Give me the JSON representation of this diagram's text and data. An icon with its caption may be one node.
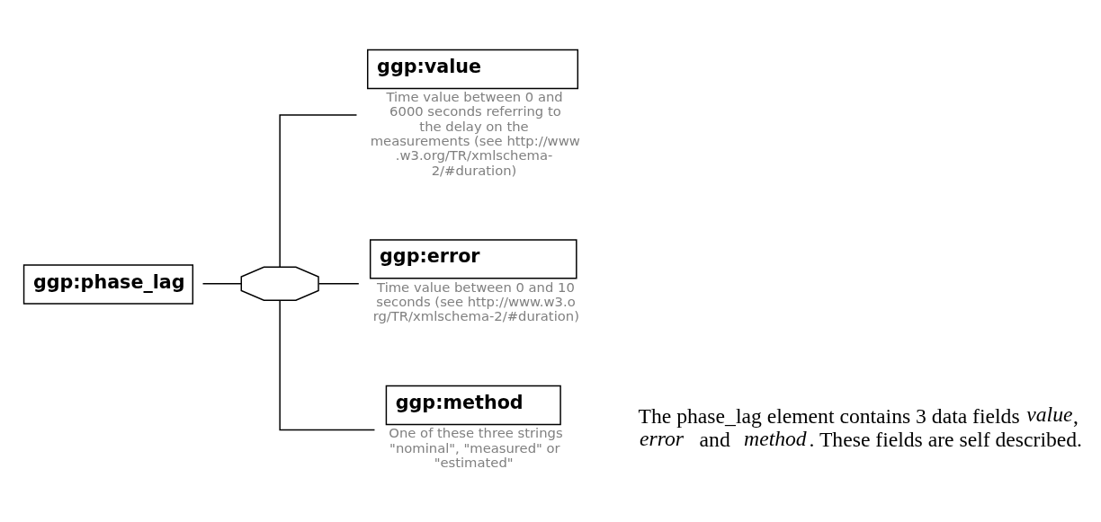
{
  "diagram": {
    "nodes": [
      {
        "text": [
          "ggp:phase_lag"
        ]
      },
      {
        "text": [],
        "shape": "octagon"
      },
      {
        "text": [
          "ggp:value"
        ],
        "beside": [
          "Time value between 0 and 6000 seconds referring to the delay on the measurements (see http://www.w3.org/TR/xmlschema-2/#duration)"
        ]
      },
      {
        "text": [
          "ggp:error"
        ],
        "beside": [
          "Time value between 0 and 10 seconds (see http://www.w3.org/TR/xmlschema-2/#duration)"
        ]
      },
      {
        "text": [
          "ggp:method"
        ],
        "beside": [
          "One of these three strings \"nominal\", \"measured\" or \"estimated\""
        ]
      }
    ],
    "edges": [
      {
        "from": 0,
        "to": 1,
        "arrow": "none"
      },
      {
        "from": 1,
        "to": 2,
        "arrow": "none"
      },
      {
        "from": 1,
        "to": 3,
        "arrow": "none"
      },
      {
        "from": 1,
        "to": 4,
        "arrow": "none"
      }
    ],
    "labels": [
      "The phase_lag element contains 3 data fields *value*, *error* and *method*. These fields are self described."
    ]
  }
}
